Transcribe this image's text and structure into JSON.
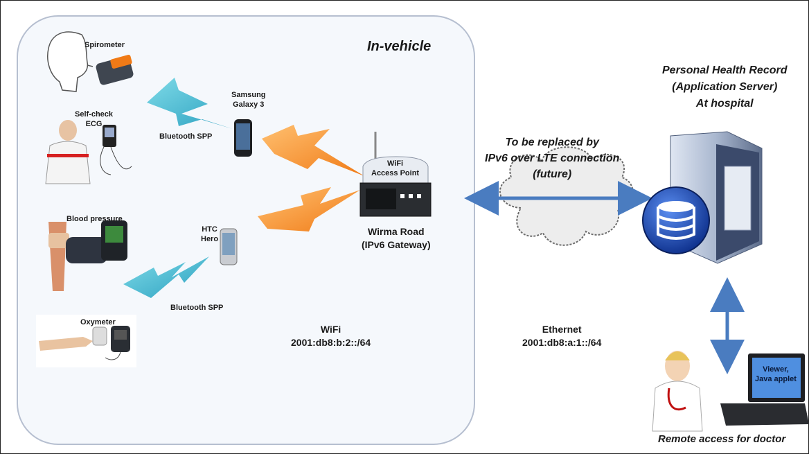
{
  "vehicle": {
    "title": "In-vehicle",
    "network": {
      "name": "WiFi",
      "prefix": "2001:db8:b:2::/64"
    }
  },
  "sensors": {
    "spirometer": "Spirometer",
    "ecg_line1": "Self-check",
    "ecg_line2": "ECG",
    "blood_pressure": "Blood pressure",
    "oxymeter": "Oxymeter"
  },
  "phones": {
    "samsung_line1": "Samsung",
    "samsung_line2": "Galaxy 3",
    "htc_line1": "HTC",
    "htc_line2": "Hero"
  },
  "links": {
    "bt_top": "Bluetooth SPP",
    "bt_bottom": "Bluetooth SPP"
  },
  "gateway": {
    "ap_line1": "WiFi",
    "ap_line2": "Access Point",
    "name_line1": "Wirma Road",
    "name_line2": "(IPv6 Gateway)"
  },
  "cloud": {
    "line1": "To be replaced by",
    "line2": "IPv6 over LTE connection",
    "line3": "(future)"
  },
  "ethernet": {
    "name": "Ethernet",
    "prefix": "2001:db8:a:1::/64"
  },
  "server": {
    "line1": "Personal Health Record",
    "line2": "(Application Server)",
    "line3": "At hospital"
  },
  "doctor": {
    "screen_line1": "Viewer,",
    "screen_line2": "Java applet",
    "caption": "Remote access for doctor"
  }
}
